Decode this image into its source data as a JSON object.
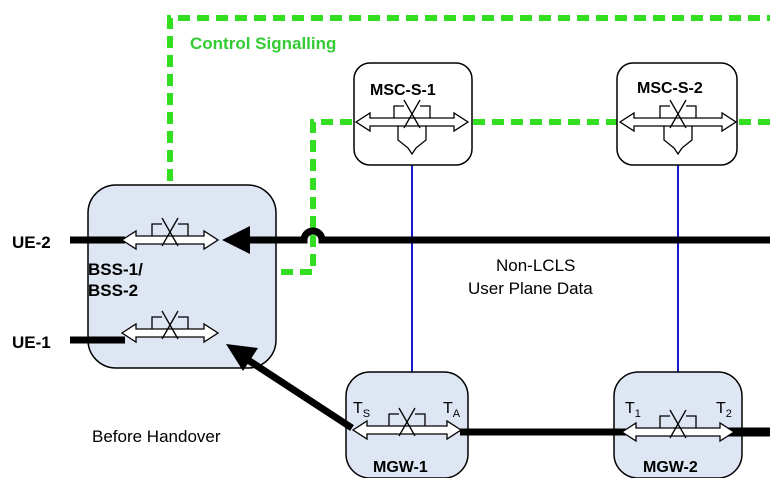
{
  "labels": {
    "control_signalling": "Control Signalling",
    "msc_s_1": "MSC-S-1",
    "msc_s_2": "MSC-S-2",
    "bss_line1": "BSS-1/",
    "bss_line2": "BSS-2",
    "ue_2": "UE-2",
    "ue_1": "UE-1",
    "non_lcls_line1": "Non-LCLS",
    "non_lcls_line2": "User Plane Data",
    "before_handover": "Before Handover",
    "mgw_1": "MGW-1",
    "mgw_2": "MGW-2",
    "ts_main": "T",
    "ts_sub": "S",
    "ta_main": "T",
    "ta_sub": "A",
    "t1_main": "T",
    "t1_sub": "1",
    "t2_main": "T",
    "t2_sub": "2"
  },
  "colors": {
    "signalling": "#33dd22",
    "node_fill": "#dde6f2",
    "link_blue": "#1a1acc",
    "bearer": "#000000"
  }
}
